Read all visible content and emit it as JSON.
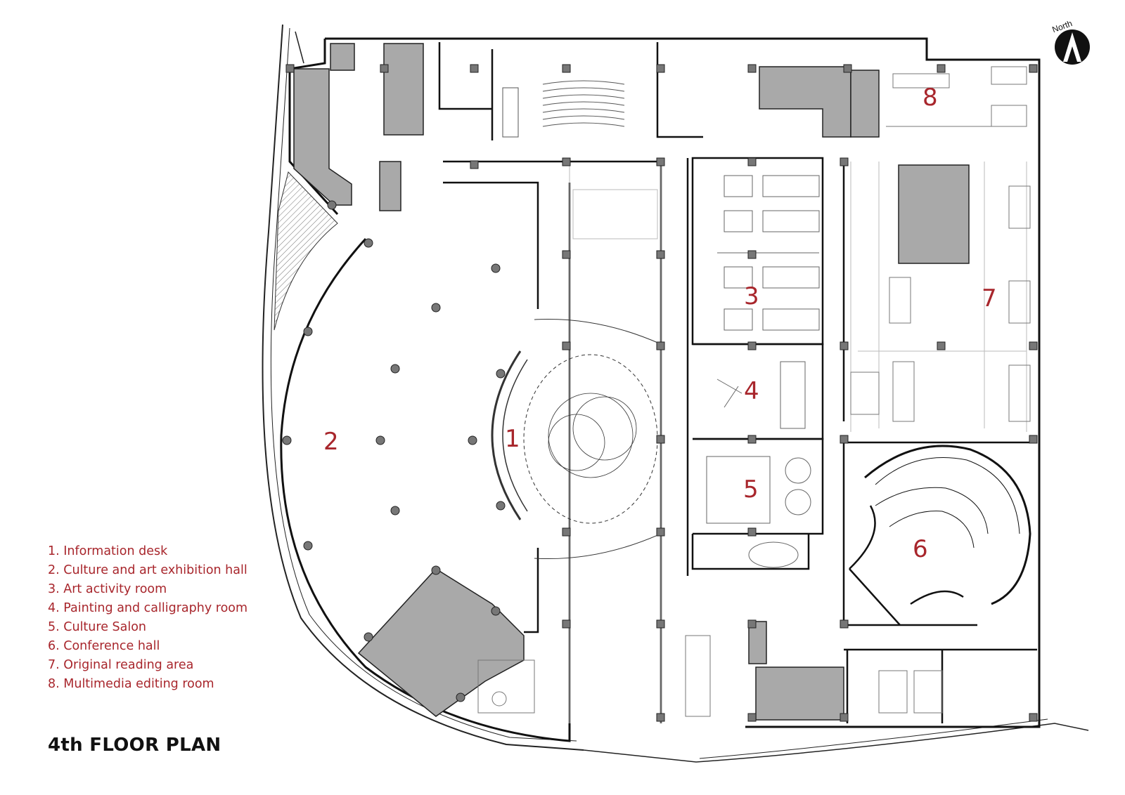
{
  "compass": {
    "label": "North",
    "icon": "north-arrow-icon"
  },
  "rooms": [
    {
      "number": "1"
    },
    {
      "number": "2"
    },
    {
      "number": "3"
    },
    {
      "number": "4"
    },
    {
      "number": "5"
    },
    {
      "number": "6"
    },
    {
      "number": "7"
    },
    {
      "number": "8"
    }
  ],
  "legend": [
    "1. Information desk",
    "2. Culture and art exhibition hall",
    "3. Art activity room",
    "4. Painting and calligraphy room",
    "5. Culture Salon",
    "6. Conference hall",
    "7. Original reading  area",
    "8. Multimedia editing room"
  ],
  "title": "4th FLOOR PLAN",
  "colors": {
    "walls": "#1a1a1a",
    "cores": "#a9a9a9",
    "labels": "#a8262c",
    "background": "#ffffff"
  }
}
